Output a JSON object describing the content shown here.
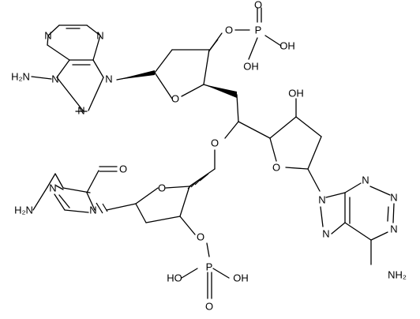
{
  "molecule": {
    "atom_labels": {
      "nh2_a": "H₂N",
      "nh2_b": "H₂N",
      "nh2_c": "NH₂",
      "n": "N",
      "o": "O",
      "p": "P",
      "oh": "OH",
      "ho": "HO"
    }
  }
}
